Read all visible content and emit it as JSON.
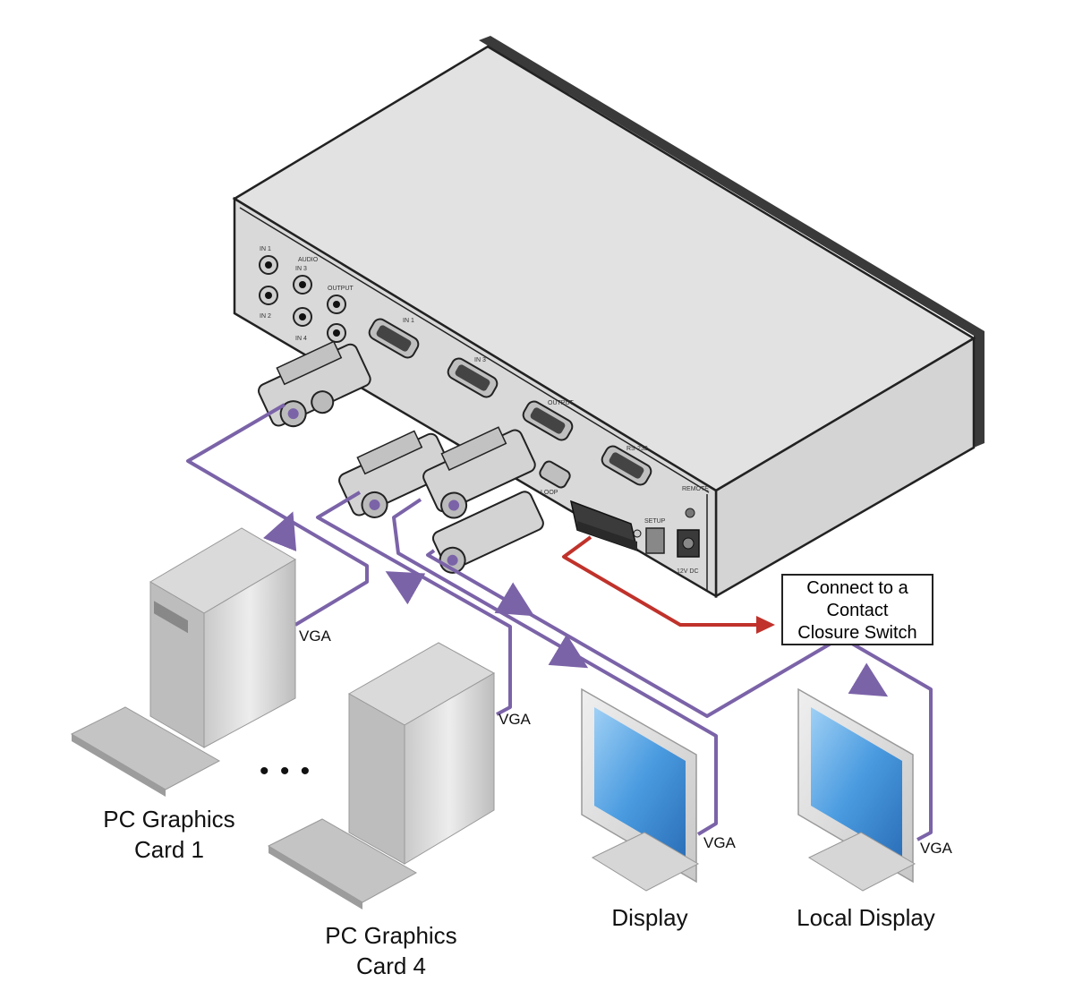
{
  "diagram": {
    "title": "",
    "device": {
      "panel_labels": {
        "in1": "IN 1",
        "audio": "AUDIO",
        "in3": "IN 3",
        "output": "OUTPUT",
        "in2": "IN 2",
        "in4": "IN 4",
        "vga_in1": "IN 1",
        "vga_in3": "IN 3",
        "vga_output": "OUTPUT",
        "vga_loop": "LOOP",
        "rs232": "RS-232",
        "remote": "REMOTE",
        "power_label": "12V DC",
        "dip_label": "SETUP"
      }
    },
    "callout": {
      "line1": "Connect to a",
      "line2": "Contact",
      "line3": "Closure Switch"
    },
    "cable_labels": {
      "pc1": "VGA",
      "pc4": "VGA",
      "display": "VGA",
      "local_display": "VGA"
    },
    "nodes": {
      "pc1": {
        "line1": "PC Graphics",
        "line2": "Card 1"
      },
      "pc4": {
        "line1": "PC Graphics",
        "line2": "Card 4"
      },
      "ellipsis": "• • •",
      "display": "Display",
      "local_display": "Local Display"
    },
    "colors": {
      "vga_cable": "#7b63a8",
      "contact_cable": "#c0322b",
      "device_body": "#dcdcdc",
      "screen": "#3f8ed6"
    }
  }
}
